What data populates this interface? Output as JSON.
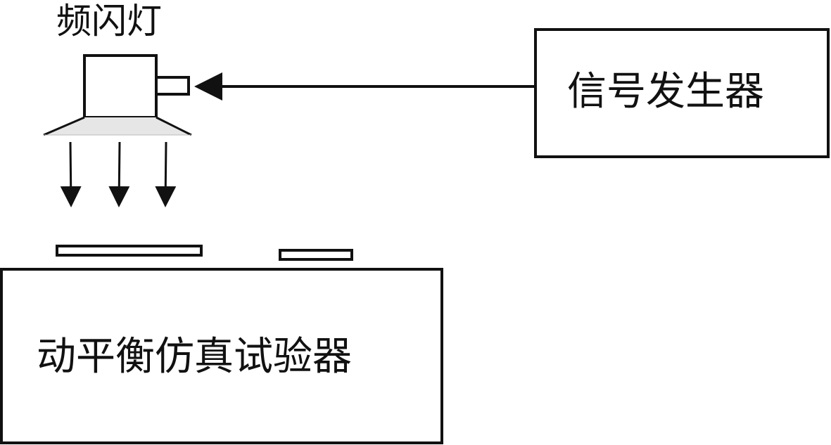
{
  "labels": {
    "strobe_light": "频闪灯",
    "signal_generator": "信号发生器",
    "simulator": "动平衡仿真试验器"
  },
  "colors": {
    "stroke": "#111111",
    "background": "#ffffff",
    "lamp_shade": "#e6e6e6"
  }
}
